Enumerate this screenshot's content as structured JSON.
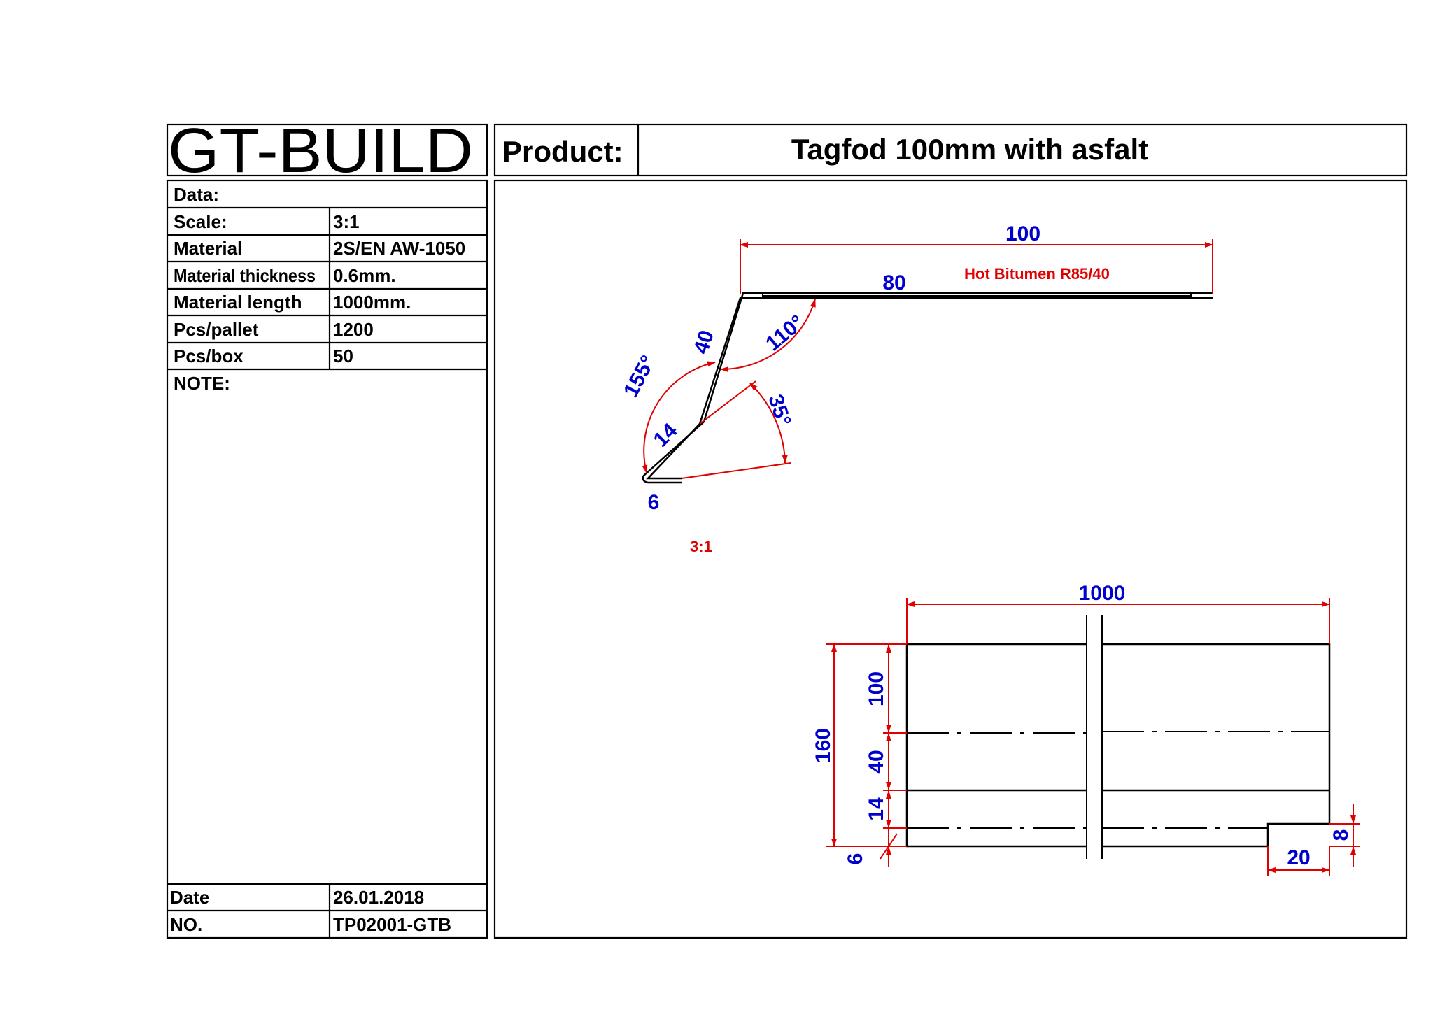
{
  "titleblock": {
    "logo": "GT-BUILD",
    "product_label": "Product:",
    "product_name": "Tagfod 100mm with asfalt",
    "rows": [
      {
        "label": "Data:",
        "value": ""
      },
      {
        "label": "Scale:",
        "value": "3:1"
      },
      {
        "label": "Material",
        "value": "2S/EN AW-1050"
      },
      {
        "label": "Material thickness",
        "value": "0.6mm."
      },
      {
        "label": "Material length",
        "value": "1000mm."
      },
      {
        "label": "Pcs/pallet",
        "value": "1200"
      },
      {
        "label": "Pcs/box",
        "value": "50"
      }
    ],
    "note_label": "NOTE:",
    "date_label": "Date",
    "date_value": "26.01.2018",
    "no_label": "NO.",
    "no_value": "TP02001-GTB"
  },
  "profile": {
    "dim_total_width": "100",
    "dim_asphalt_width": "80",
    "asphalt_note": "Hot Bitumen R85/40",
    "dim_slope": "40",
    "dim_lower": "14",
    "dim_hem": "6",
    "angle_top": "110°",
    "angle_left": "155°",
    "angle_bottom": "35°",
    "scale_note": "3:1"
  },
  "plan": {
    "dim_length": "1000",
    "dim_total_height": "160",
    "dim_seg_1": "100",
    "dim_seg_2": "40",
    "dim_seg_3": "14",
    "dim_seg_4": "6",
    "dim_notch_h": "8",
    "dim_notch_w": "20"
  },
  "colors": {
    "dimension_lines": "#e00000",
    "dimension_text": "#0000cc",
    "geometry": "#000000"
  }
}
